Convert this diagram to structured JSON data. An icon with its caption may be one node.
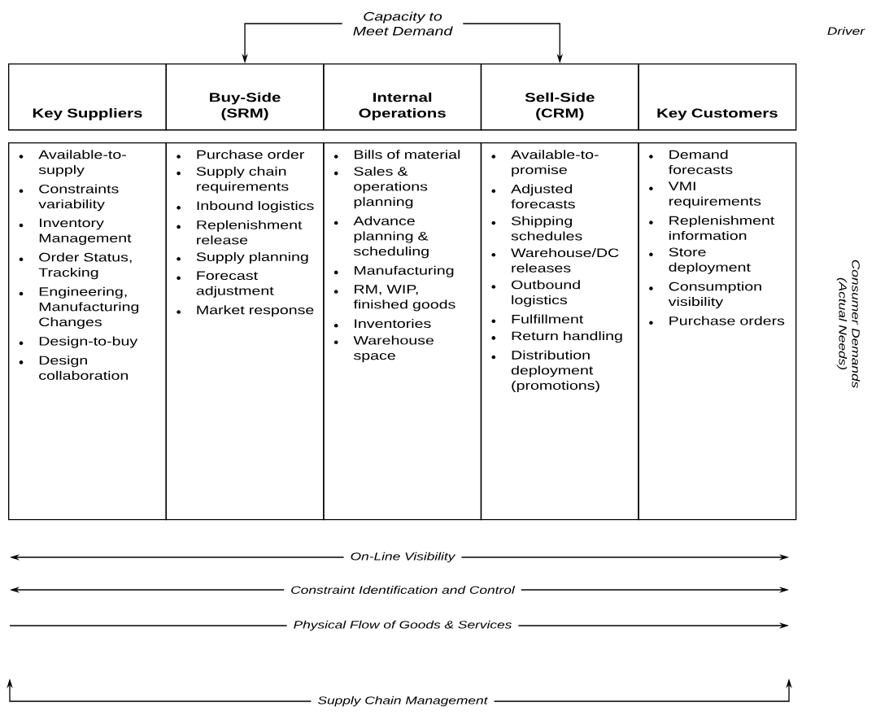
{
  "diagram": {
    "nodes": [
      {
        "text": [
          "Key Suppliers"
        ]
      },
      {
        "text": [
          "Buy-Side (SRM)"
        ]
      },
      {
        "text": [
          "Internal Operations"
        ]
      },
      {
        "text": [
          "Sell-Side (CRM)"
        ]
      },
      {
        "text": [
          "Key Customers"
        ]
      },
      {
        "text": [
          "Available-to-supply",
          "Constraints variability",
          "Inventory Management",
          "Order Status, Tracking",
          "Engineering, Manufacturing Changes",
          "Design-to-buy",
          "Design collaboration"
        ]
      },
      {
        "text": [
          "Purchase order",
          "Supply chain requirements",
          "Inbound logistics",
          "Replenishment release",
          "Supply planning",
          "Forecast adjustment",
          "Market response"
        ]
      },
      {
        "text": [
          "Bills of material",
          "Sales & operations planning",
          "Advance planning & scheduling",
          "Manufacturing",
          "RM, WIP, finished goods",
          "Inventories",
          "Warehouse space"
        ]
      },
      {
        "text": [
          "Available-to-promise",
          "Adjusted forecasts",
          "Shipping schedules",
          "Warehouse/DC releases",
          "Outbound logistics",
          "Fulfillment",
          "Return handling",
          "Distribution deployment (promotions)"
        ]
      },
      {
        "text": [
          "Demand forecasts",
          "VMI requirements",
          "Replenishment information",
          "Store deployment",
          "Consumption visibility",
          "Purchase orders"
        ]
      },
      {
        "text": [
          "Capacity to Meet Demand"
        ]
      }
    ],
    "edges": [
      {
        "from": 10,
        "to": 1,
        "arrow": "to"
      },
      {
        "from": 10,
        "to": 3,
        "arrow": "to"
      }
    ],
    "labels": [
      "Driver",
      "Consumer Demands (Actual Needs)",
      "On-Line Visibility",
      "Constraint Identification and Control",
      "Physical Flow of Goods & Services",
      "Supply Chain Management"
    ]
  }
}
